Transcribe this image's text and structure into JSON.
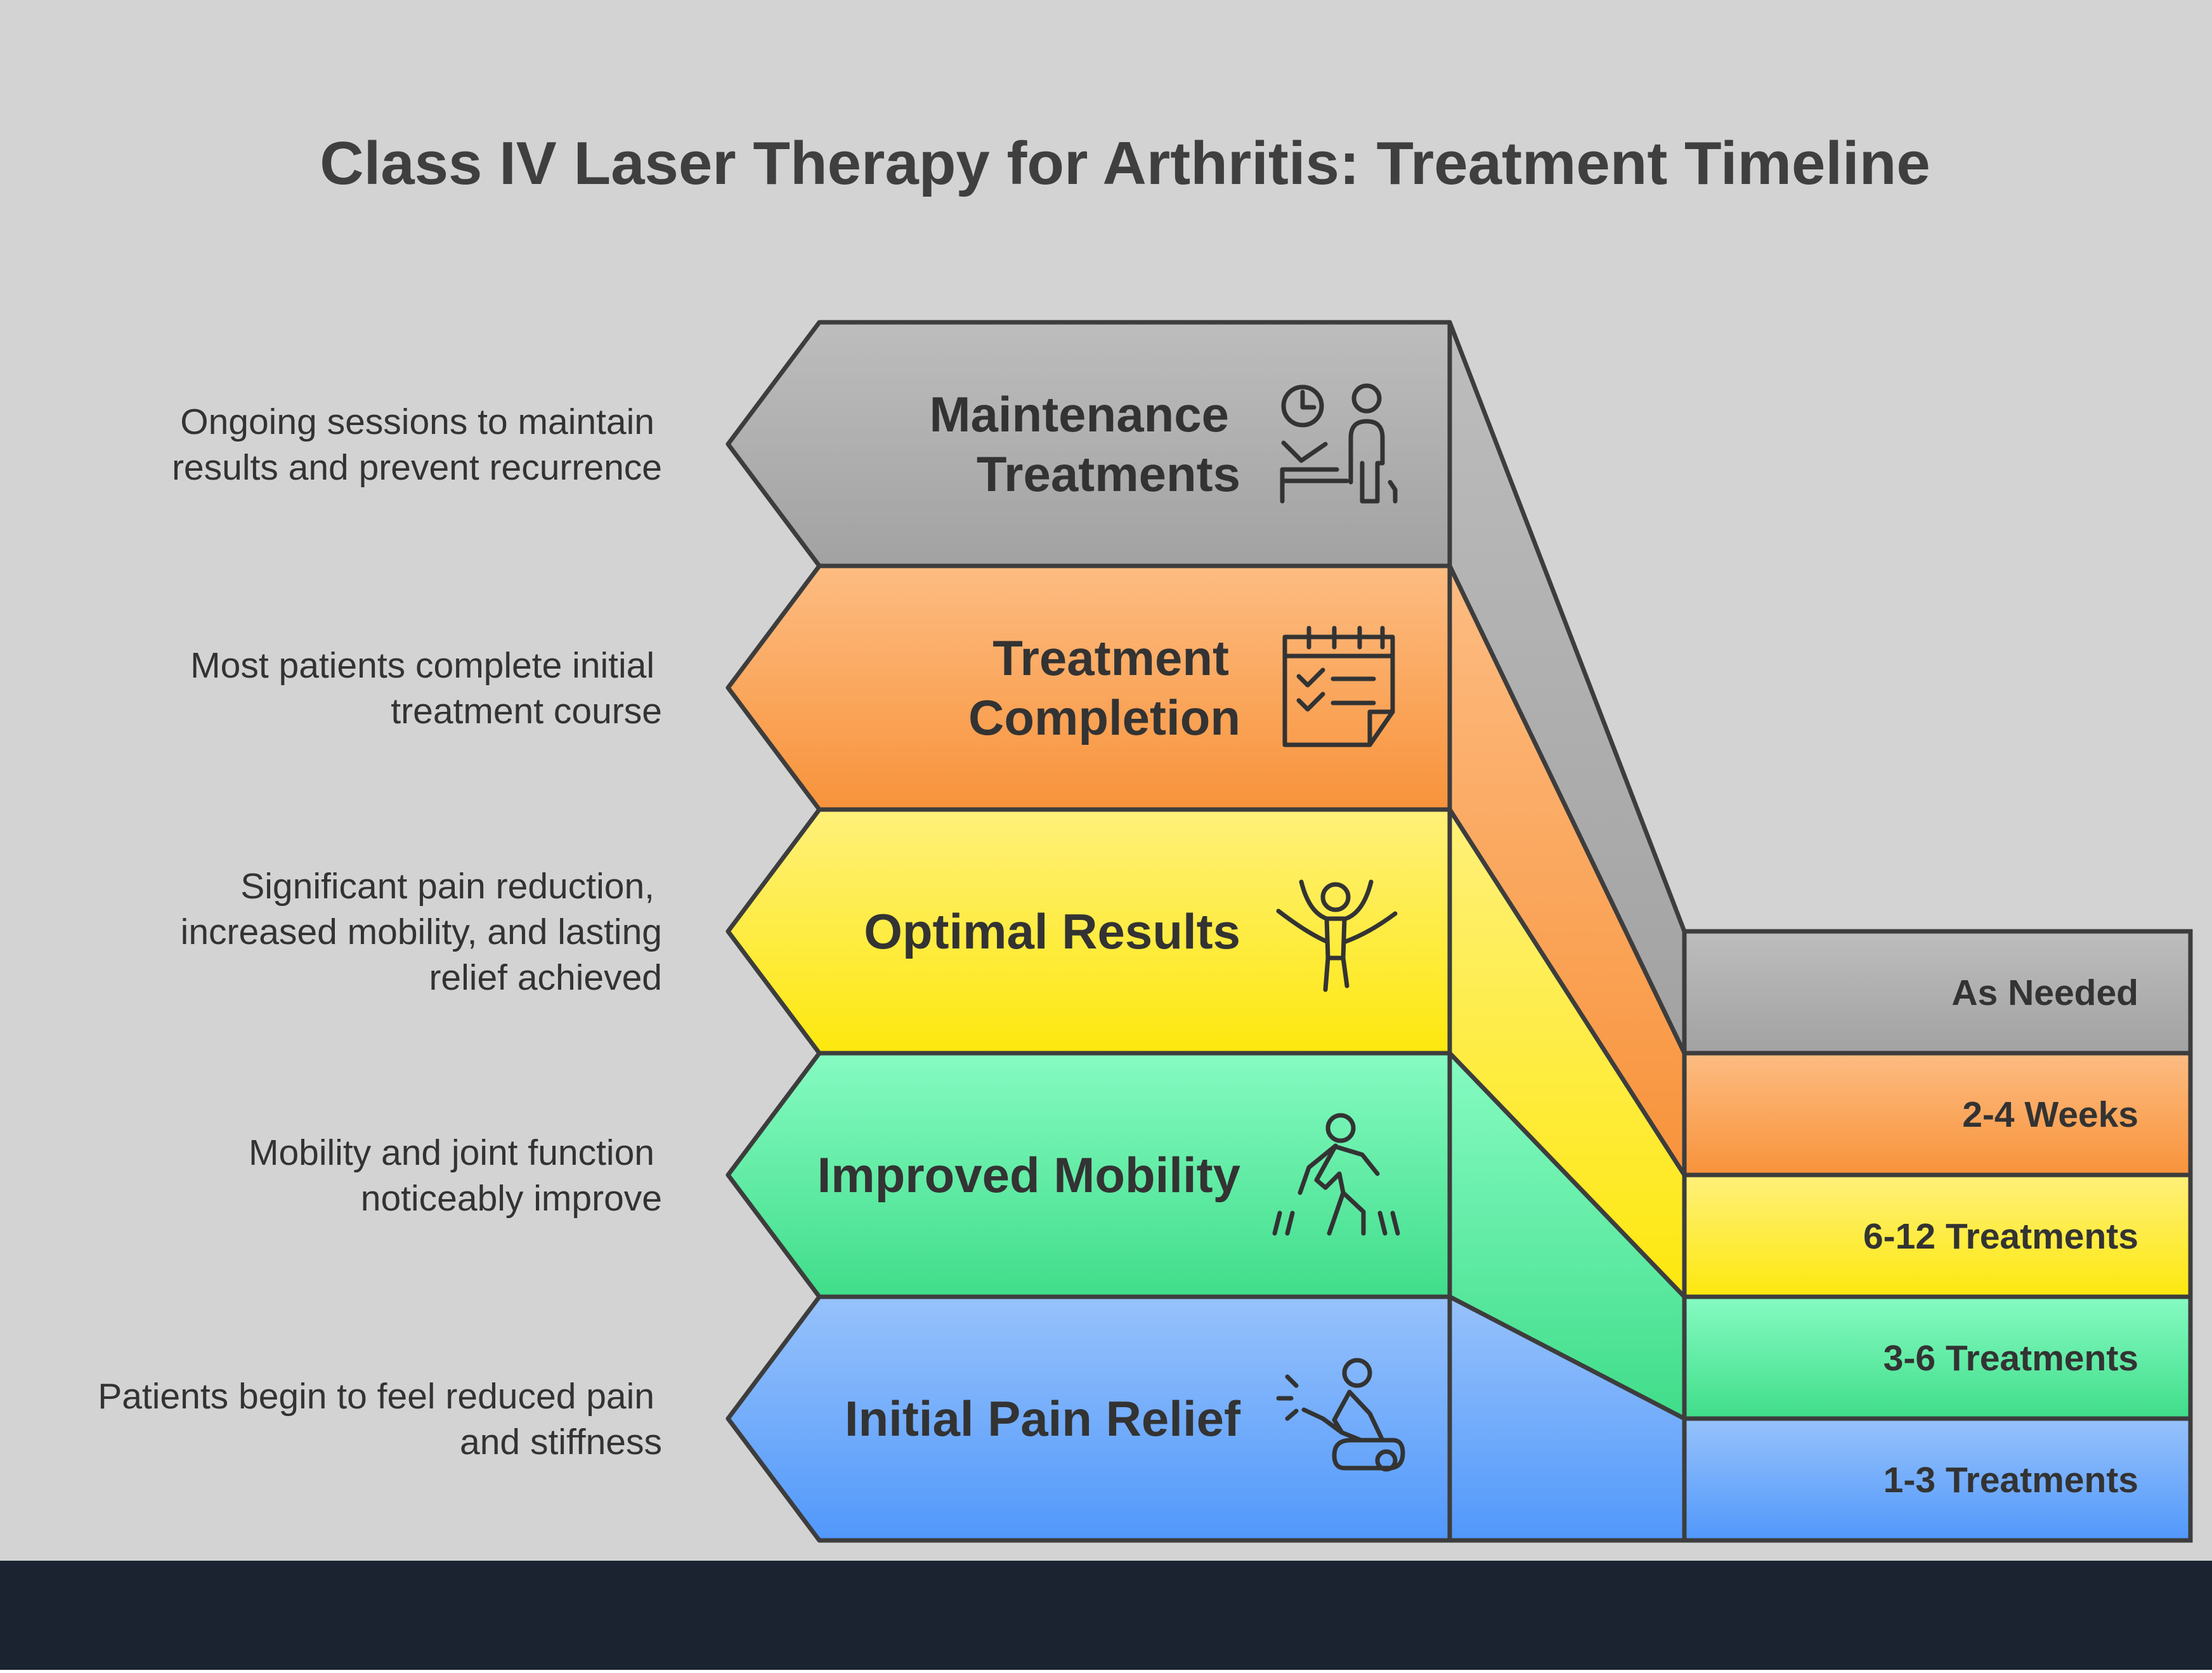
{
  "title": "Class IV Laser Therapy for Arthritis: Treatment Timeline",
  "stages": [
    {
      "label_lines": [
        "Maintenance",
        "Treatments"
      ],
      "description_lines": [
        "Ongoing sessions to maintain",
        "results and prevent recurrence"
      ],
      "duration": "As Needed",
      "icon": "therapist-patient-clock-icon",
      "color_top": "#bdbdbd",
      "color_bottom": "#a2a2a2"
    },
    {
      "label_lines": [
        "Treatment",
        "Completion"
      ],
      "description_lines": [
        "Most patients complete initial",
        "treatment course"
      ],
      "duration": "2-4 Weeks",
      "icon": "calendar-checklist-icon",
      "color_top": "#fdbc82",
      "color_bottom": "#f8933b"
    },
    {
      "label_lines": [
        "Optimal Results"
      ],
      "description_lines": [
        "Significant pain reduction,",
        "increased mobility, and lasting",
        "relief achieved"
      ],
      "duration": "6-12 Treatments",
      "icon": "victory-finish-line-icon",
      "color_top": "#fff07a",
      "color_bottom": "#fde80e"
    },
    {
      "label_lines": [
        "Improved Mobility"
      ],
      "description_lines": [
        "Mobility and joint function",
        "noticeably improve"
      ],
      "duration": "3-6 Treatments",
      "icon": "walking-person-icon",
      "color_top": "#86fbc2",
      "color_bottom": "#40dd8a"
    },
    {
      "label_lines": [
        "Initial Pain Relief"
      ],
      "description_lines": [
        "Patients begin to feel reduced pain",
        "and stiffness"
      ],
      "duration": "1-3 Treatments",
      "icon": "kneeling-pain-relief-icon",
      "color_top": "#97c2fb",
      "color_bottom": "#5198fb"
    }
  ],
  "colors": {
    "background": "#d3d3d3",
    "footer_bar": "#1b2331",
    "outline": "#3d3d3d",
    "text": "#333333"
  }
}
